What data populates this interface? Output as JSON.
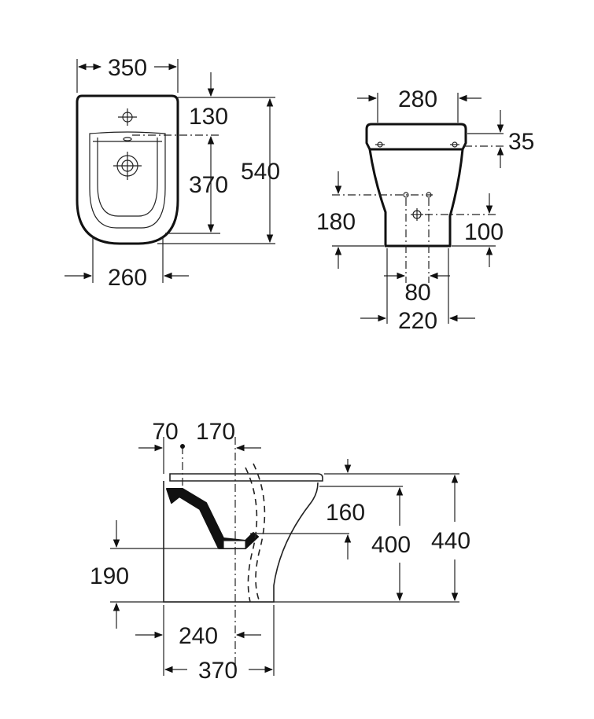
{
  "top_view": {
    "width_top": "350",
    "width_bottom": "260",
    "depth_to_tap": "130",
    "depth_tap_to_drain": "370",
    "total_depth": "540"
  },
  "rear_view": {
    "top_width": "280",
    "top_offset": "35",
    "inlet_height": "180",
    "drain_height": "100",
    "hole_spacing": "80",
    "base_width": "220"
  },
  "side_view": {
    "wall_to_fixing": "70",
    "wall_to_tap": "170",
    "rim_to_bowl": "160",
    "bowl_height": "400",
    "total_height": "440",
    "outlet_height": "190",
    "wall_to_drain": "240",
    "base_depth": "370"
  }
}
